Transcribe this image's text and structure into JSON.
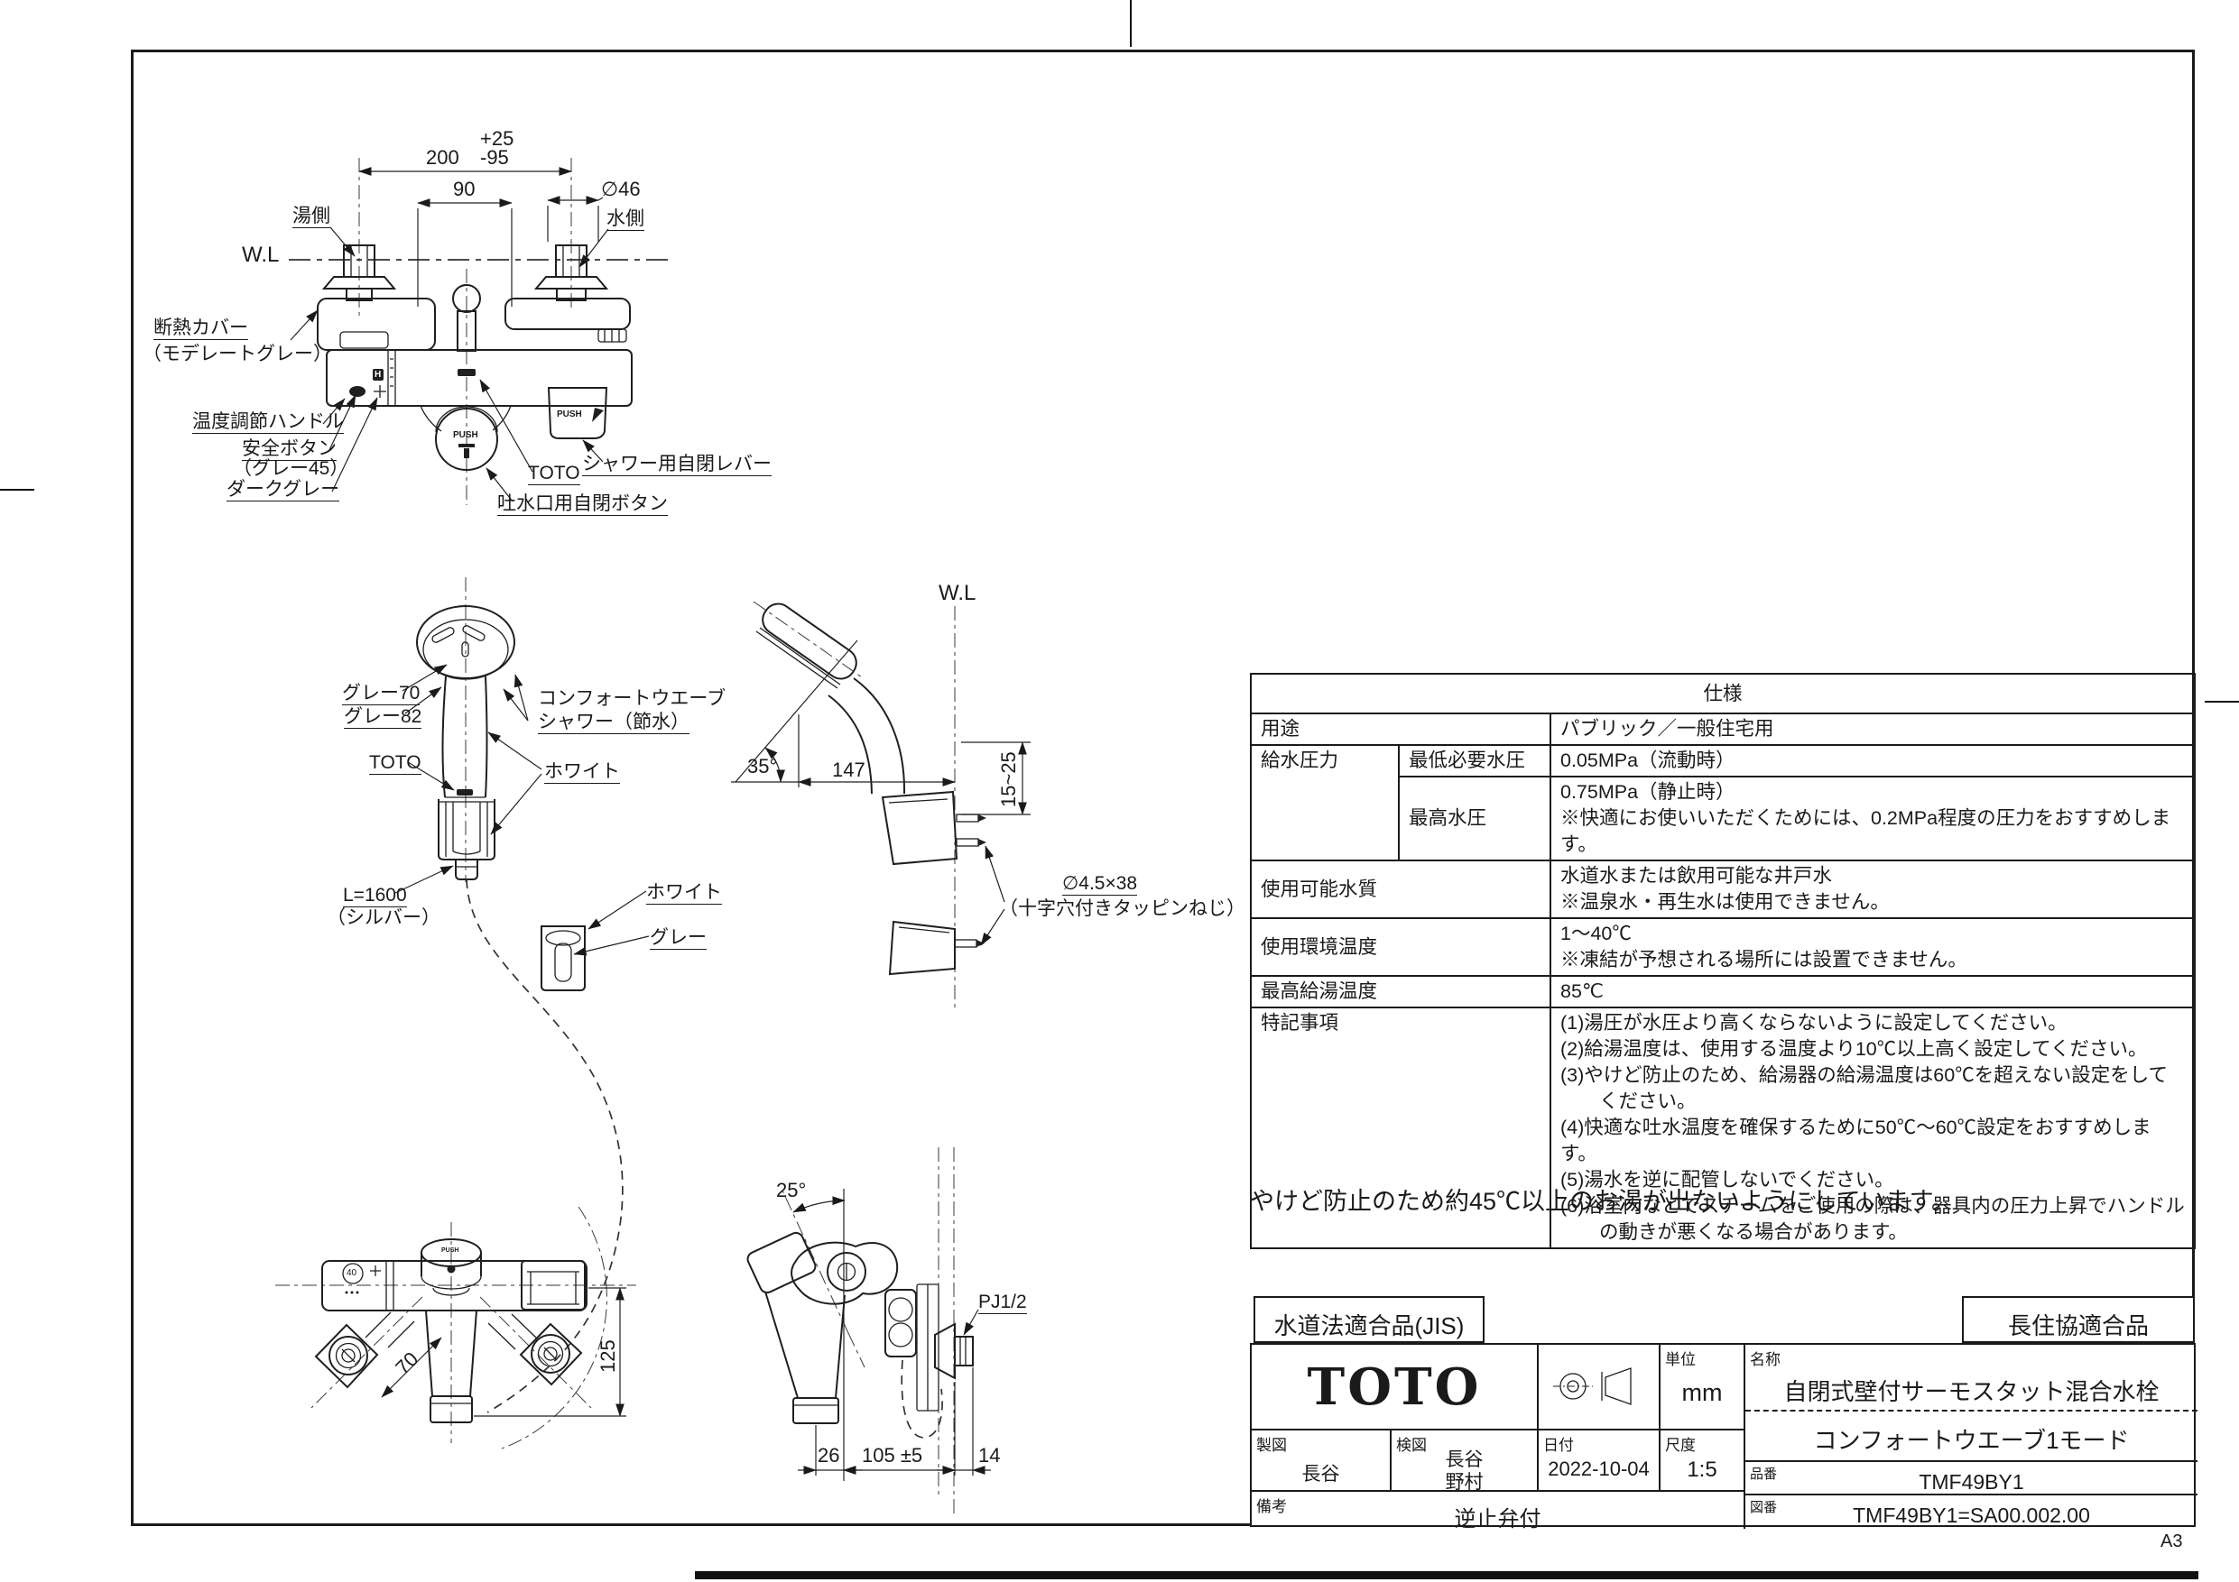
{
  "page": {
    "sheet": "A3"
  },
  "front_view": {
    "wl": "W.L",
    "tol_plus": "+25",
    "dim_200": "200",
    "tol_minus": "-95",
    "dim_90": "90",
    "dim_phi46": "∅46",
    "hot": "湯側",
    "cold": "水側",
    "insulation1": "断熱カバー",
    "insulation2": "（モデレートグレー）",
    "temp_handle": "温度調節ハンドル",
    "safety1": "安全ボタン",
    "safety2": "（グレー45）",
    "dark_gray": "ダークグレー",
    "shower_lever": "シャワー用自閉レバー",
    "toto": "TOTO",
    "spout_button": "吐水口用自閉ボタン",
    "push": "PUSH",
    "h_mark": "H"
  },
  "shower_view": {
    "gray70": "グレー70",
    "gray82": "グレー82",
    "comfort1": "コンフォートウエーブ",
    "comfort2": "シャワー（節水）",
    "toto": "TOTO",
    "white": "ホワイト",
    "length1": "L=1600",
    "length2": "（シルバー）",
    "holder_white": "ホワイト",
    "holder_gray": "グレー"
  },
  "side_view": {
    "wl": "W.L",
    "angle": "35°",
    "dim_147": "147",
    "range": "15~25",
    "screw1": "∅4.5×38",
    "screw2": "（十字穴付きタッピンねじ）"
  },
  "front_bottom": {
    "dim_70": "70",
    "dim_125": "125",
    "dial": "40",
    "push": "PUSH"
  },
  "side_bottom": {
    "angle": "25°",
    "pj": "PJ1/2",
    "dim_26": "26",
    "dim_105": "105 ±5",
    "dim_14": "14"
  },
  "spec_table": {
    "title": "仕様",
    "usage_label": "用途",
    "usage_value": "パブリック／一般住宅用",
    "pressure_label": "給水圧力",
    "min_label": "最低必要水圧",
    "min_value": "0.05MPa（流動時）",
    "max_label": "最高水圧",
    "max_value": "0.75MPa（静止時）",
    "max_note": "※快適にお使いいただくためには、0.2MPa程度の圧力をおすすめします。",
    "water_label": "使用可能水質",
    "water_value": "水道水または飲用可能な井戸水",
    "water_note": "※温泉水・再生水は使用できません。",
    "temp_label": "使用環境温度",
    "temp_value": "1～40℃",
    "temp_note": "※凍結が予想される場所には設置できません。",
    "maxtemp_label": "最高給湯温度",
    "maxtemp_value": "85℃",
    "notes_label": "特記事項",
    "notes": [
      "(1)湯圧が水圧より高くならないように設定してください。",
      "(2)給湯温度は、使用する温度より10℃以上高く設定してください。",
      "(3)やけど防止のため、給湯器の給湯温度は60℃を超えない設定をして",
      "　　ください。",
      "(4)快適な吐水温度を確保するために50℃～60℃設定をおすすめします。",
      "(5)湯水を逆に配管しないでください。",
      "(6)浴室内などでスチームをご使用の際は、器具内の圧力上昇でハンドル",
      "　　の動きが悪くなる場合があります。"
    ]
  },
  "notice": "やけど防止のため約45℃以上のお湯が出ないようにしています。",
  "title_block": {
    "jis": "水道法適合品(JIS)",
    "chojukyo": "長住協適合品",
    "logo": "TOTO",
    "unit_label": "単位",
    "unit_value": "mm",
    "name_label": "名称",
    "name1": "自閉式壁付サーモスタット混合水栓",
    "name2": "コンフォートウエーブ1モード",
    "drafted_label": "製図",
    "drafted": "長谷",
    "checked_label": "検図",
    "checked1": "長谷",
    "checked2": "野村",
    "date_label": "日付",
    "date": "2022-10-04",
    "scale_label": "尺度",
    "scale": "1:5",
    "part_label": "品番",
    "part": "TMF49BY1",
    "dwg_label": "図番",
    "dwg": "TMF49BY1=SA00.002.00",
    "remarks_label": "備考",
    "remarks": "逆止弁付"
  }
}
